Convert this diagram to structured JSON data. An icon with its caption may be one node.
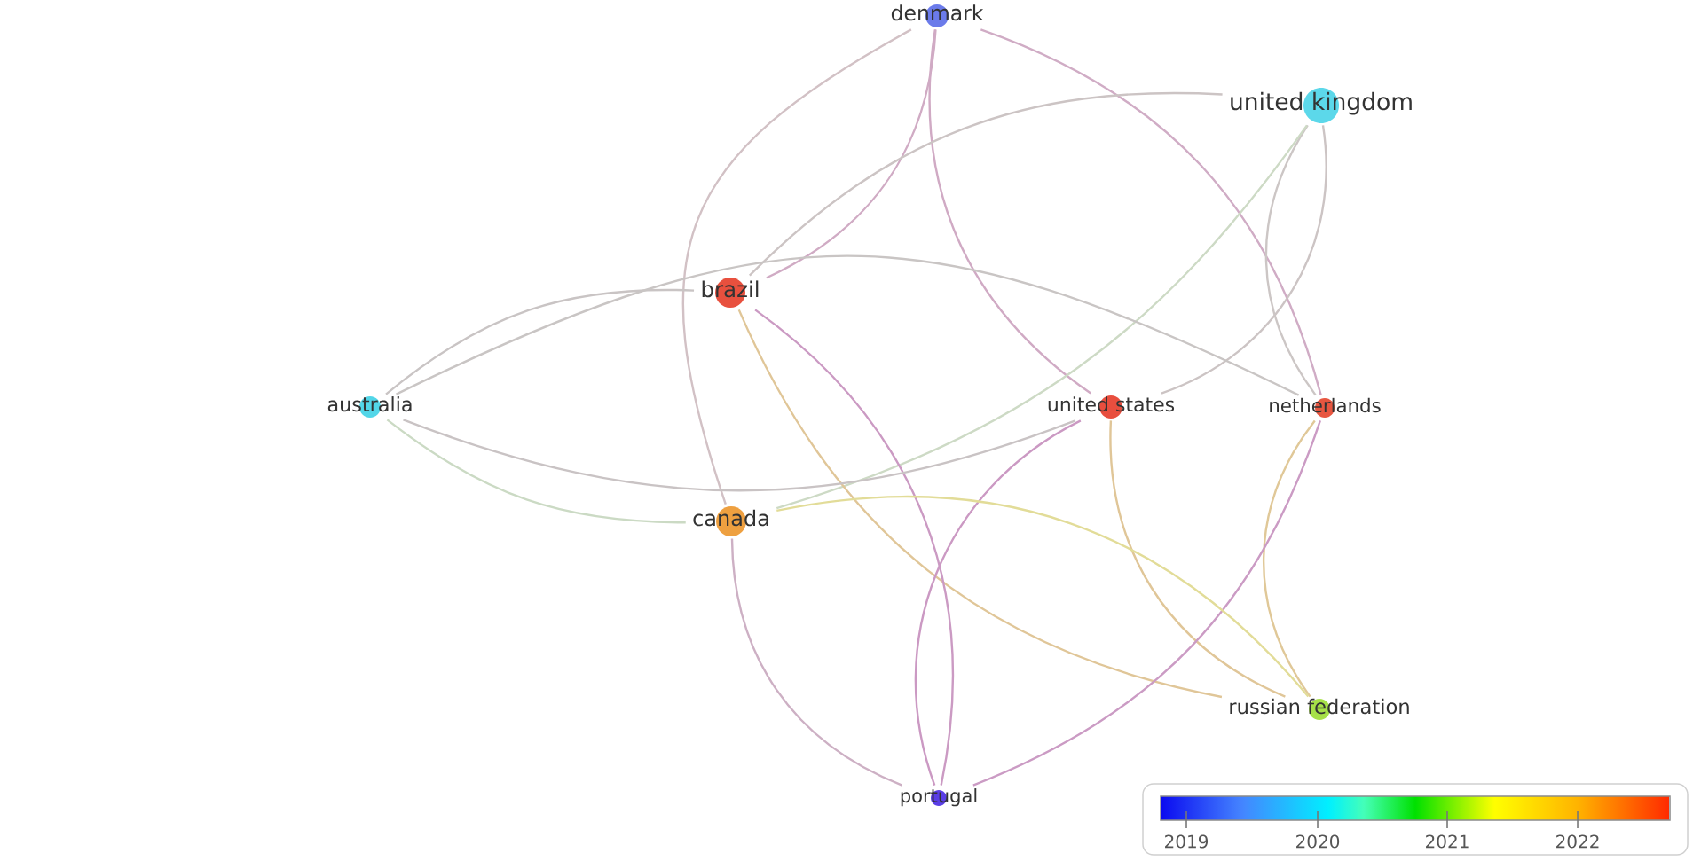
{
  "diagram": {
    "nodes": [
      {
        "text": [
          "denmark"
        ]
      },
      {
        "text": [
          "united kingdom"
        ]
      },
      {
        "text": [
          "brazil"
        ]
      },
      {
        "text": [
          "australia"
        ]
      },
      {
        "text": [
          "united states"
        ]
      },
      {
        "text": [
          "netherlands"
        ]
      },
      {
        "text": [
          "canada"
        ]
      },
      {
        "text": [
          "russian federation"
        ]
      },
      {
        "text": [
          "portugal"
        ]
      }
    ],
    "edges": [
      {
        "from": 0,
        "to": 2,
        "arrow": "none"
      },
      {
        "from": 0,
        "to": 4,
        "arrow": "none"
      },
      {
        "from": 0,
        "to": 5,
        "arrow": "none"
      },
      {
        "from": 0,
        "to": 6,
        "arrow": "none"
      },
      {
        "from": 1,
        "to": 2,
        "arrow": "none"
      },
      {
        "from": 1,
        "to": 4,
        "arrow": "none"
      },
      {
        "from": 1,
        "to": 5,
        "arrow": "none"
      },
      {
        "from": 1,
        "to": 6,
        "arrow": "none"
      },
      {
        "from": 2,
        "to": 3,
        "arrow": "none"
      },
      {
        "from": 2,
        "to": 7,
        "arrow": "none"
      },
      {
        "from": 2,
        "to": 8,
        "arrow": "none"
      },
      {
        "from": 3,
        "to": 4,
        "arrow": "none"
      },
      {
        "from": 3,
        "to": 5,
        "arrow": "none"
      },
      {
        "from": 3,
        "to": 6,
        "arrow": "none"
      },
      {
        "from": 4,
        "to": 7,
        "arrow": "none"
      },
      {
        "from": 4,
        "to": 8,
        "arrow": "none"
      },
      {
        "from": 5,
        "to": 7,
        "arrow": "none"
      },
      {
        "from": 5,
        "to": 8,
        "arrow": "none"
      },
      {
        "from": 6,
        "to": 7,
        "arrow": "none"
      },
      {
        "from": 6,
        "to": 8,
        "arrow": "none"
      }
    ],
    "labels": [
      "2019",
      "2020",
      "2021",
      "2022"
    ]
  }
}
